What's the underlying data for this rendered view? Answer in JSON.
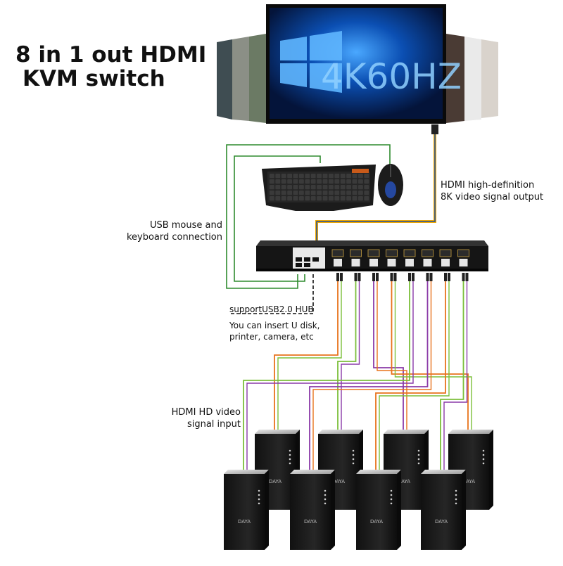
{
  "title": {
    "line1": "8 in 1 out HDMI",
    "line2": "KVM switch"
  },
  "monitor": {
    "screen_text": "4K60HZ"
  },
  "labels": {
    "hdmi_output_line1": "HDMI high-definition",
    "hdmi_output_line2": "8K video signal output",
    "usb_connection_line1": "USB mouse and",
    "usb_connection_line2": "keyboard connection",
    "usb_hub_line1": "supportUSB2.0 HUB",
    "usb_hub_line2": "You can insert U disk,",
    "usb_hub_line3": "printer, camera, etc",
    "hdmi_input_line1": "HDMI HD video",
    "hdmi_input_line2": "signal input"
  },
  "pc_brand": "DAYA",
  "pc_count": 8,
  "colors": {
    "usb_cable": "#2e8b2e",
    "hdmi_output_cable": "#f2a900",
    "hdmi_output_cable_inner": "#1a4fa0",
    "input_orange": "#e8731c",
    "input_purple": "#8a3aa8",
    "input_green": "#7cbf3a"
  }
}
